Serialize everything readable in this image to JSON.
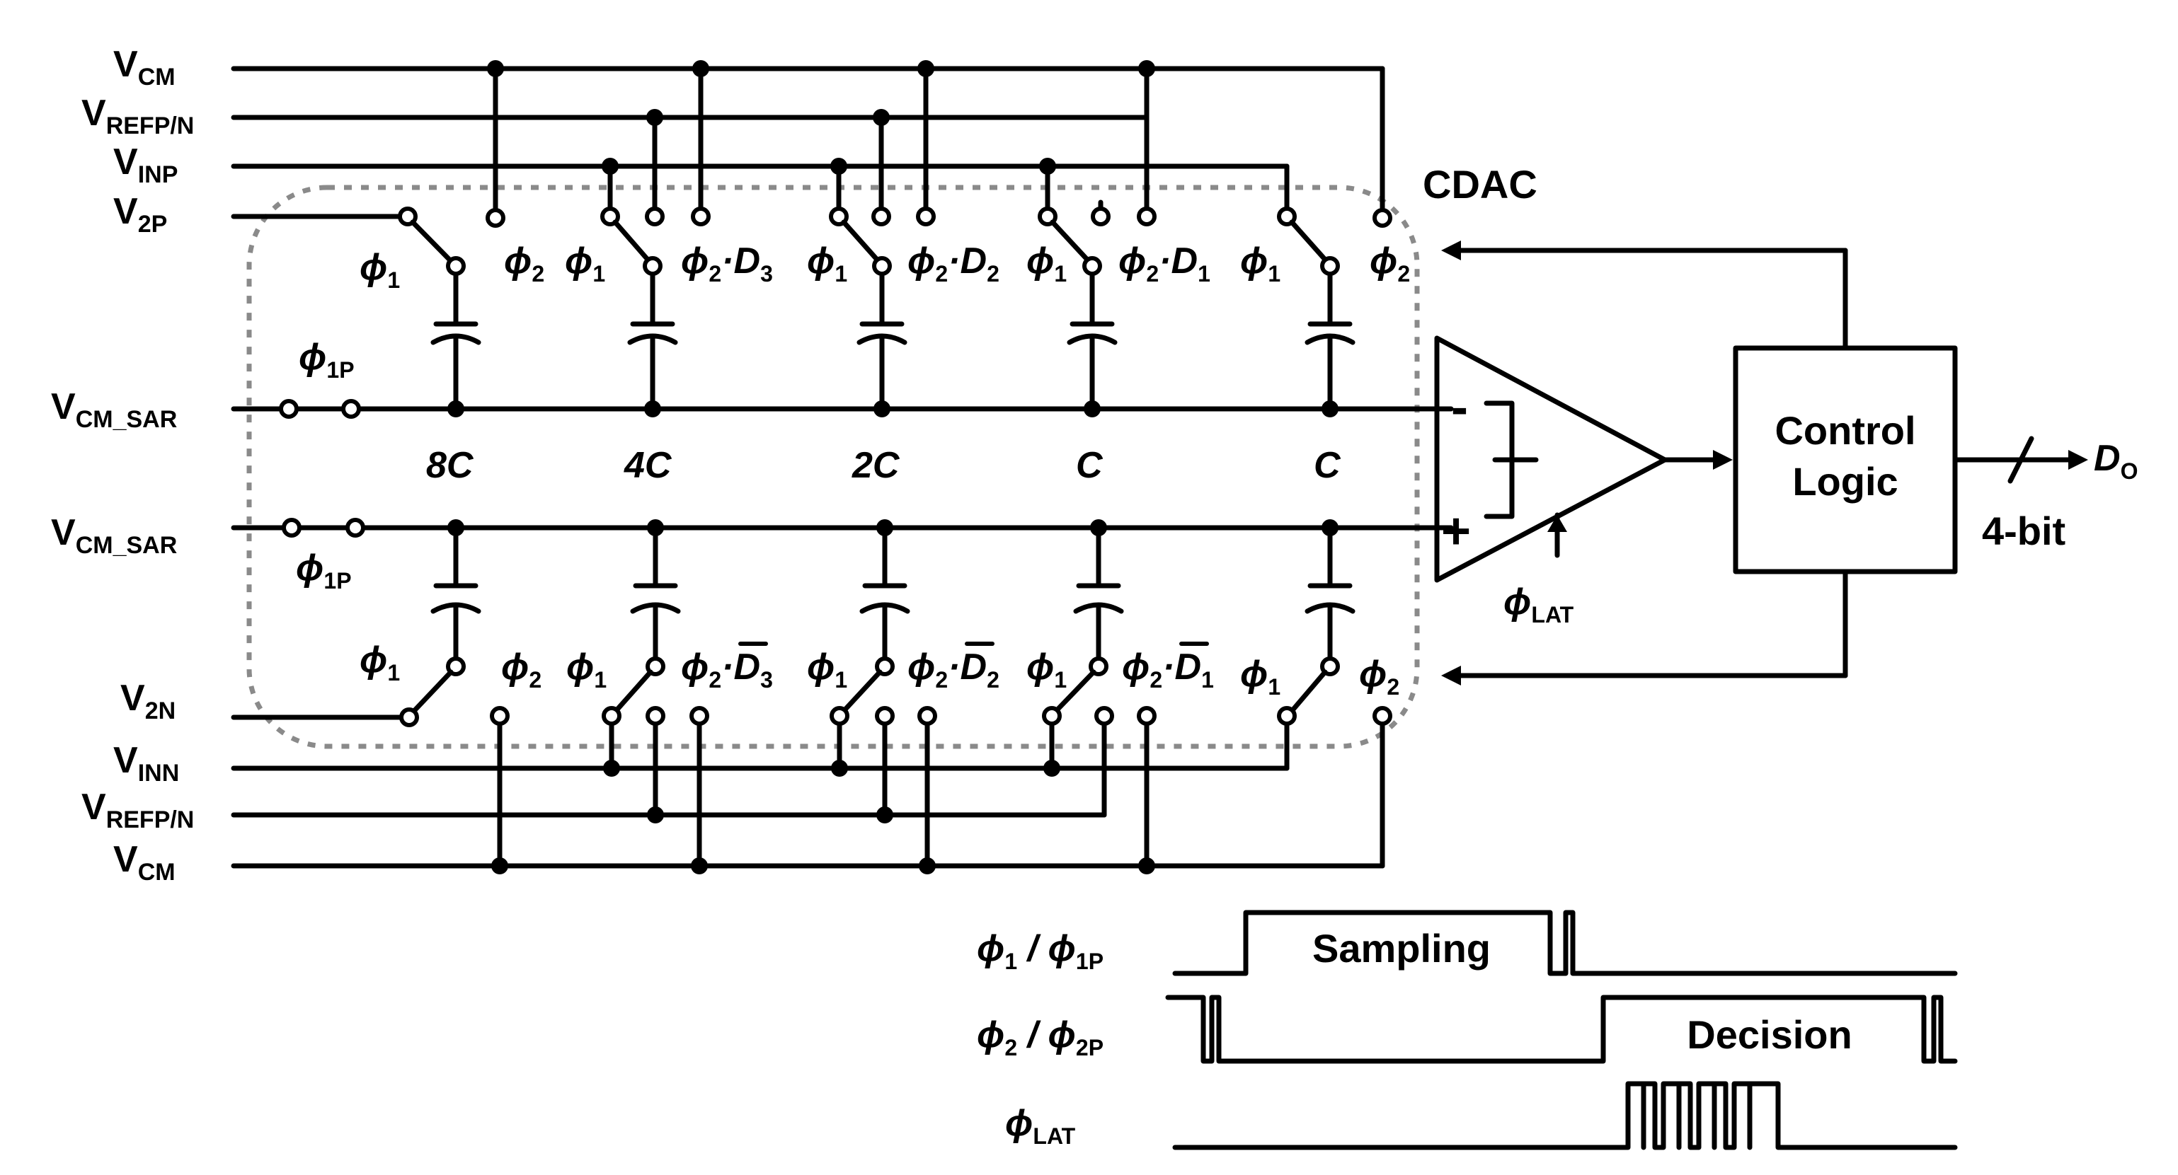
{
  "rails_top": [
    {
      "main": "V",
      "sub": "CM"
    },
    {
      "main": "V",
      "sub": "REFP/N"
    },
    {
      "main": "V",
      "sub": "INP"
    },
    {
      "main": "V",
      "sub": "2P"
    }
  ],
  "rails_bottom": [
    {
      "main": "V",
      "sub": "2N"
    },
    {
      "main": "V",
      "sub": "INN"
    },
    {
      "main": "V",
      "sub": "REFP/N"
    },
    {
      "main": "V",
      "sub": "CM"
    }
  ],
  "vcm_sar": {
    "main": "V",
    "sub": "CM_SAR"
  },
  "phi": "ϕ",
  "phi_1p_sub": "1P",
  "phi_1_sub": "1",
  "phi_2_sub": "2",
  "phi_2p_sub": "2P",
  "phi_lat_sub": "LAT",
  "dot_op": "·",
  "d_letter": "D",
  "columns": [
    {
      "cap": "8C",
      "d_sub": ""
    },
    {
      "cap": "4C",
      "d_sub": "3"
    },
    {
      "cap": "2C",
      "d_sub": "2"
    },
    {
      "cap": "C",
      "d_sub": "1"
    },
    {
      "cap": "C",
      "d_sub": ""
    }
  ],
  "cdac_label": "CDAC",
  "comparator": {
    "minus": "-",
    "plus": "+"
  },
  "control_logic": {
    "line1": "Control",
    "line2": "Logic"
  },
  "output": {
    "main": "D",
    "sub": "O",
    "bits": "4-bit"
  },
  "timing": {
    "sig1_label_sep": " / ",
    "sampling": "Sampling",
    "decision": "Decision"
  }
}
